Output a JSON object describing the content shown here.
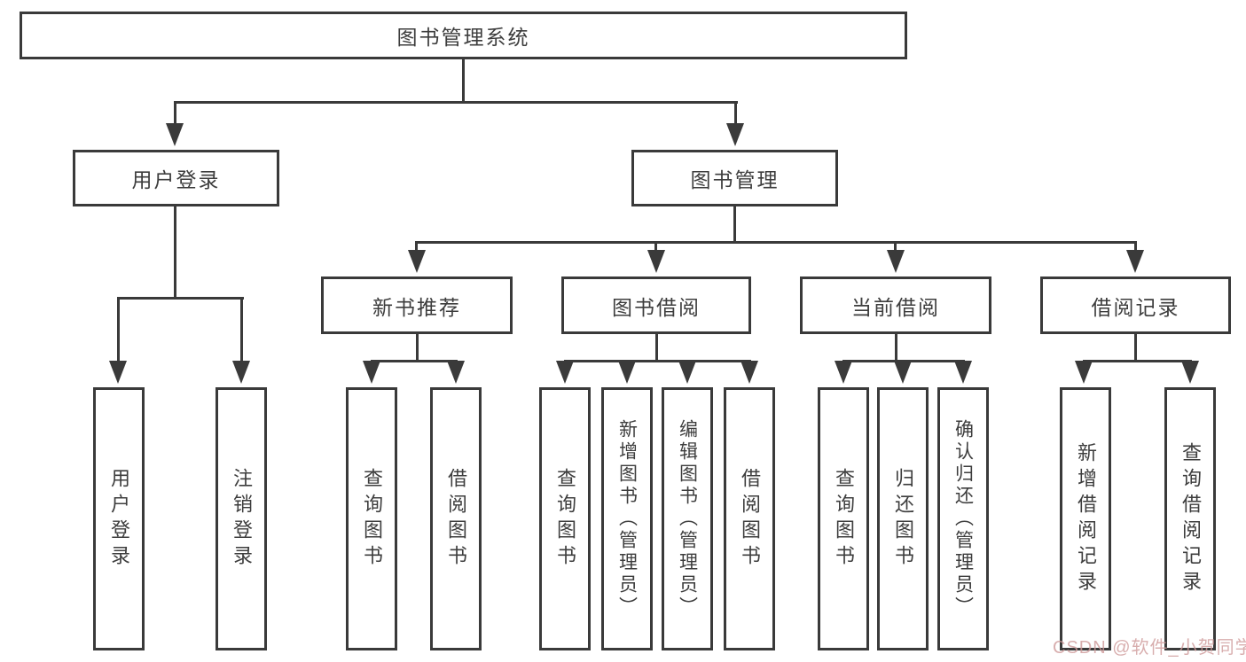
{
  "diagram": {
    "root": {
      "label": "图书管理系统"
    },
    "branches": [
      {
        "label": "用户登录"
      },
      {
        "label": "图书管理"
      }
    ],
    "modules": [
      {
        "label": "新书推荐"
      },
      {
        "label": "图书借阅"
      },
      {
        "label": "当前借阅"
      },
      {
        "label": "借阅记录"
      }
    ],
    "leaves": [
      {
        "label": "用户登录"
      },
      {
        "label": "注销登录"
      },
      {
        "label": "查询图书"
      },
      {
        "label": "借阅图书"
      },
      {
        "label": "查询图书"
      },
      {
        "label": "新增图书（管理员）"
      },
      {
        "label": "编辑图书（管理员）"
      },
      {
        "label": "借阅图书"
      },
      {
        "label": "查询图书"
      },
      {
        "label": "归还图书"
      },
      {
        "label": "确认归还（管理员）"
      },
      {
        "label": "新增借阅记录"
      },
      {
        "label": "查询借阅记录"
      }
    ]
  },
  "watermark": {
    "text": "CSDN @软件_小贺同学"
  },
  "colors": {
    "line": "#3a3a3a",
    "text": "#3d3d3d",
    "background": "#ffffff",
    "watermark": "#cf9b9b"
  }
}
